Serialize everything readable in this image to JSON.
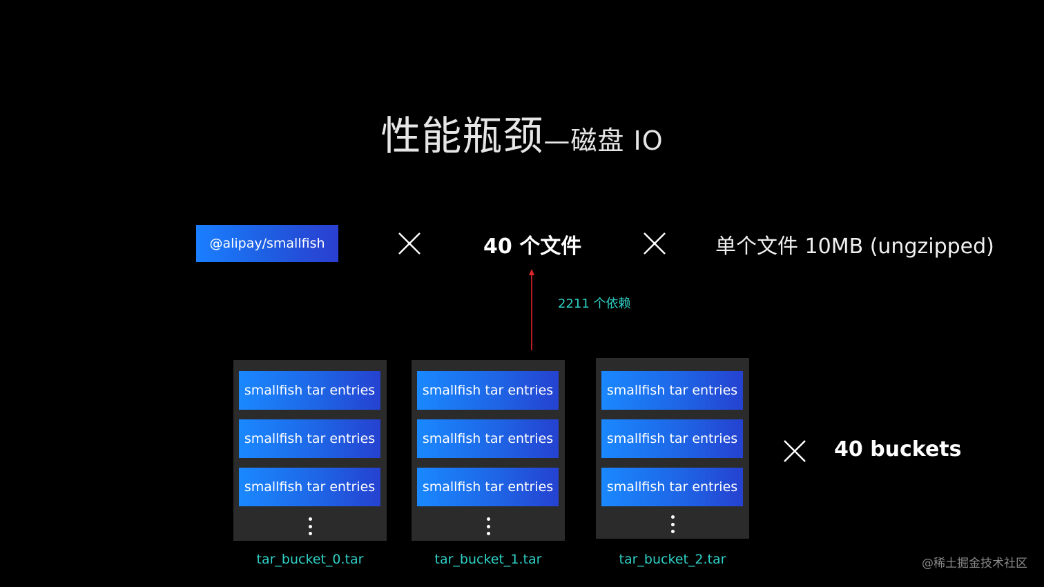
{
  "title": {
    "main": "性能瓶颈",
    "sub": "—磁盘 IO"
  },
  "package": {
    "name": "@alipay/smallfish"
  },
  "files_count": "40 个文件",
  "file_size": "单个文件 10MB (ungzipped)",
  "dependencies": "2211 个依赖",
  "buckets": [
    {
      "entries": [
        "smallfish tar entries",
        "smallfish tar entries",
        "smallfish tar entries"
      ],
      "label": "tar_bucket_0.tar"
    },
    {
      "entries": [
        "smallfish tar entries",
        "smallfish tar entries",
        "smallfish tar entries"
      ],
      "label": "tar_bucket_1.tar"
    },
    {
      "entries": [
        "smallfish tar entries",
        "smallfish tar entries",
        "smallfish tar entries"
      ],
      "label": "tar_bucket_2.tar"
    }
  ],
  "buckets_count": "40 buckets",
  "watermark": "@稀土掘金技术社区",
  "colors": {
    "accent_blue": "#1a7fff",
    "label_teal": "#2fd1c7",
    "arrow_red": "#e0262b",
    "bucket_bg": "#2b2b2b"
  },
  "icons": {
    "multiply": "times-icon",
    "arrow": "arrow-up-icon",
    "more": "vertical-ellipsis-icon"
  }
}
